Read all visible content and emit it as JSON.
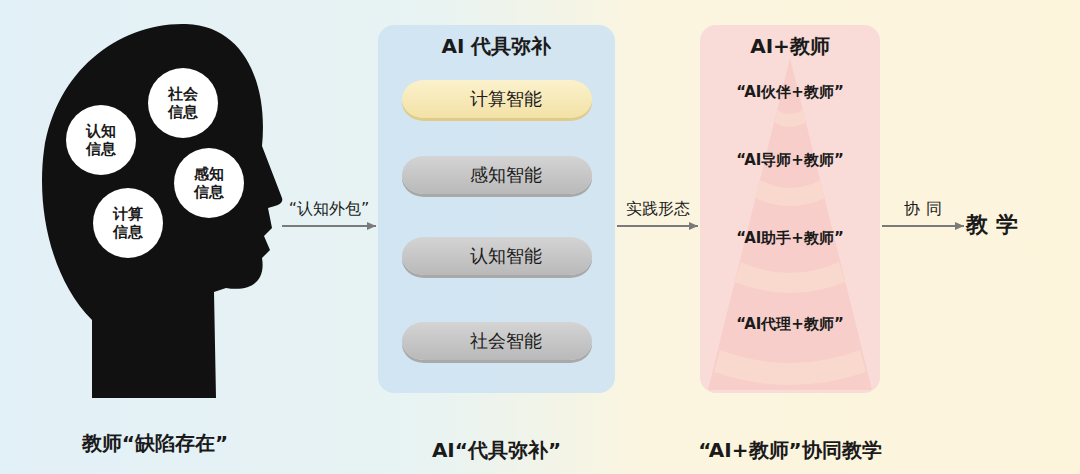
{
  "diagram": {
    "nodes": [
      {
        "text": [
          "教师“缺陷存在”"
        ]
      },
      {
        "text": [
          "社会信息"
        ],
        "in": 0
      },
      {
        "text": [
          "认知信息"
        ],
        "in": 0
      },
      {
        "text": [
          "感知信息"
        ],
        "in": 0
      },
      {
        "text": [
          "计算信息"
        ],
        "in": 0
      },
      {
        "text": [
          "AI 代具弥补",
          "AI“代具弥补”"
        ]
      },
      {
        "text": [
          "计算智能"
        ],
        "in": 5
      },
      {
        "text": [
          "感知智能"
        ],
        "in": 5
      },
      {
        "text": [
          "认知智能"
        ],
        "in": 5
      },
      {
        "text": [
          "社会智能"
        ],
        "in": 5
      },
      {
        "text": [
          "AI+教师",
          "“AI+教师”协同教学"
        ]
      },
      {
        "text": [
          "“AI伙伴+教师”"
        ],
        "in": 10
      },
      {
        "text": [
          "“AI导师+教师”"
        ],
        "in": 10
      },
      {
        "text": [
          "“AI助手+教师”"
        ],
        "in": 10
      },
      {
        "text": [
          "“AI代理+教师”"
        ],
        "in": 10
      },
      {
        "text": [
          "教 学"
        ]
      }
    ],
    "edges": [
      {
        "from": 0,
        "to": 5,
        "label": "“认知外包”",
        "arrow": "to"
      },
      {
        "from": 5,
        "to": 10,
        "label": "实践形态",
        "arrow": "to"
      },
      {
        "from": 10,
        "to": 15,
        "label": "协 同",
        "arrow": "to"
      }
    ]
  }
}
